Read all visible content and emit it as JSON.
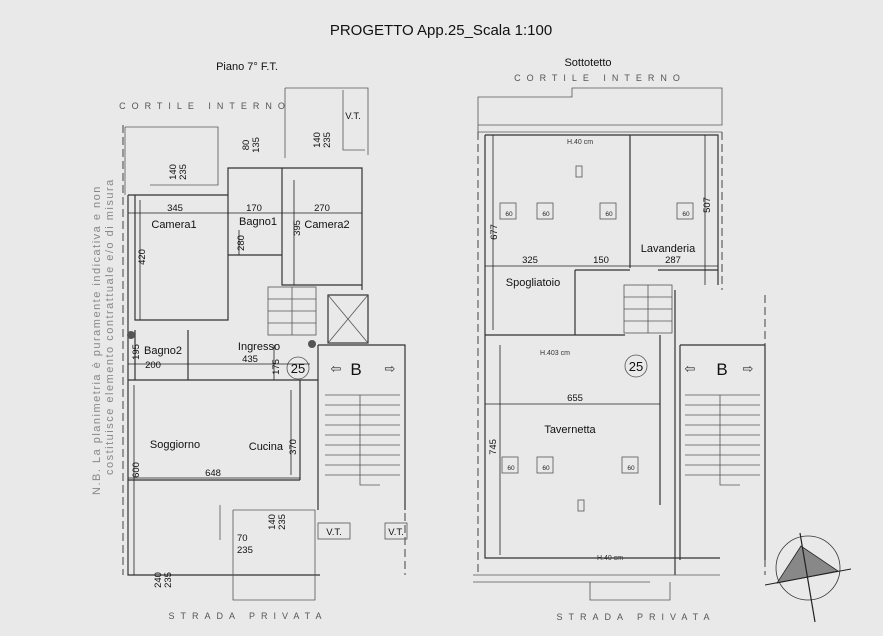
{
  "title": "PROGETTO App.25_Scala 1:100",
  "left_plan": {
    "heading": "Piano 7° F.T.",
    "top_label": "CORTILE INTERNO",
    "bottom_label": "STRADA PRIVATA",
    "rooms": {
      "camera1": "Camera1",
      "bagno1": "Bagno1",
      "camera2": "Camera2",
      "bagno2": "Bagno2",
      "ingresso": "Ingresso",
      "soggiorno": "Soggiorno",
      "cucina": "Cucina"
    },
    "vt": "V.T.",
    "unit_number": "25",
    "stair_letter": "B",
    "dims": {
      "d345": "345",
      "d170": "170",
      "d270": "270",
      "d420": "420",
      "d280": "280",
      "d395": "395",
      "d80": "80",
      "d135": "135",
      "d140": "140",
      "d235": "235",
      "d195": "195",
      "d200": "200",
      "d435": "435",
      "d175": "175",
      "d600": "600",
      "d648": "648",
      "d370": "370",
      "d70": "70",
      "d240": "240"
    }
  },
  "right_plan": {
    "heading": "Sottotetto",
    "top_label": "CORTILE INTERNO",
    "bottom_label": "STRADA PRIVATA",
    "rooms": {
      "spogliatoio": "Spogliatoio",
      "lavanderia": "Lavanderia",
      "tavernetta": "Tavernetta"
    },
    "heights": {
      "top": "H.40 cm",
      "mid": "H.403 cm",
      "bottom": "H.40 cm"
    },
    "unit_number": "25",
    "stair_letter": "B",
    "skylight_size": "60",
    "dims": {
      "d677": "677",
      "d507": "507",
      "d325": "325",
      "d150": "150",
      "d287": "287",
      "d655": "655",
      "d745": "745"
    }
  },
  "note": {
    "line1": "N.B. La planimetria è puramente indicativa e non",
    "line2": "costituisce elemento contrattuale e/o di misura"
  }
}
